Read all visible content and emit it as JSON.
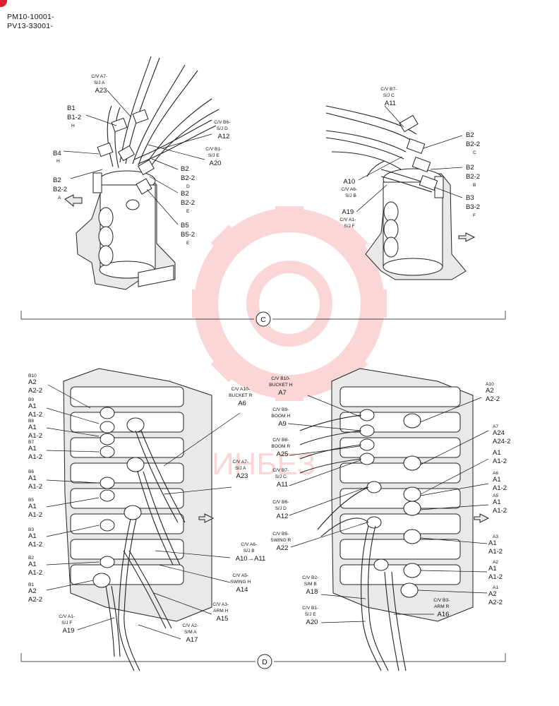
{
  "header": {
    "model_line_1": "PM10-10001-",
    "model_line_2": "PV13-33001-"
  },
  "watermark": {
    "color": "#f04a4a",
    "text": "ИНБЕЗ"
  },
  "views": {
    "c": {
      "marker": "C",
      "labels": [
        {
          "id": "c-a23",
          "lines": [
            "C/V A7-",
            "S/J A",
            "A23"
          ]
        },
        {
          "id": "c-b1",
          "lines": [
            "B1",
            "B1-2",
            "H"
          ]
        },
        {
          "id": "c-a12",
          "lines": [
            "C/V B6-",
            "S/J D",
            "A12"
          ]
        },
        {
          "id": "c-a20",
          "lines": [
            "C/V B1-",
            "S/J E",
            "A20"
          ]
        },
        {
          "id": "c-b4",
          "lines": [
            "B4",
            "H"
          ]
        },
        {
          "id": "c-b2-d",
          "lines": [
            "B2",
            "B2-2",
            "D"
          ]
        },
        {
          "id": "c-b2-a",
          "lines": [
            "B2",
            "B2-2",
            "A"
          ]
        },
        {
          "id": "c-b2-e",
          "lines": [
            "B2",
            "B2-2",
            "E"
          ]
        },
        {
          "id": "c-b5",
          "lines": [
            "B5",
            "B5-2",
            "E"
          ]
        },
        {
          "id": "c-a11",
          "lines": [
            "C/V B7-",
            "S/J C",
            "A11"
          ]
        },
        {
          "id": "c-b2-c",
          "lines": [
            "B2",
            "B2-2",
            "C"
          ]
        },
        {
          "id": "c-b2-b",
          "lines": [
            "B2",
            "B2-2",
            "B"
          ]
        },
        {
          "id": "c-a10",
          "lines": [
            "A10",
            "C/V A6-",
            "S/J B"
          ]
        },
        {
          "id": "c-b3",
          "lines": [
            "B3",
            "B3-2",
            "F"
          ]
        },
        {
          "id": "c-a19",
          "lines": [
            "A19",
            "C/V A1-",
            "S/J F"
          ]
        }
      ]
    },
    "d": {
      "marker": "D",
      "labels": [
        {
          "id": "d-b10",
          "lines": [
            "B10",
            "A2",
            "A2-2"
          ]
        },
        {
          "id": "d-b9",
          "lines": [
            "B9",
            "A1",
            "A1-2"
          ]
        },
        {
          "id": "d-b8",
          "lines": [
            "B8",
            "A1",
            "A1-2"
          ]
        },
        {
          "id": "d-b7",
          "lines": [
            "B7",
            "A1",
            "A1-2"
          ]
        },
        {
          "id": "d-b6",
          "lines": [
            "B6",
            "A1",
            "A1-2"
          ]
        },
        {
          "id": "d-b5",
          "lines": [
            "B5",
            "A1",
            "A1-2"
          ]
        },
        {
          "id": "d-b3",
          "lines": [
            "B3",
            "A1",
            "A1-2"
          ]
        },
        {
          "id": "d-b2",
          "lines": [
            "B2",
            "A1",
            "A1-2"
          ]
        },
        {
          "id": "d-b1",
          "lines": [
            "B1",
            "A2",
            "A2-2"
          ]
        },
        {
          "id": "d-a6",
          "lines": [
            "C/V A10-",
            "BUCKET R",
            "A6"
          ]
        },
        {
          "id": "d-a23",
          "lines": [
            "C/V A7-",
            "S/J A",
            "A23"
          ]
        },
        {
          "id": "d-a10",
          "lines": [
            "C/V A6-",
            "S/J B",
            "A10→A11"
          ]
        },
        {
          "id": "d-a14",
          "lines": [
            "C/V A5-",
            "SWING H",
            "A14"
          ]
        },
        {
          "id": "d-a15",
          "lines": [
            "C/V A3-",
            "ARM H",
            "A15"
          ]
        },
        {
          "id": "d-a19",
          "lines": [
            "C/V A1-",
            "S/J F",
            "A19"
          ]
        },
        {
          "id": "d-a17",
          "lines": [
            "C/V A2-",
            "S/M A",
            "A17"
          ]
        },
        {
          "id": "d-a7",
          "lines": [
            "C/V B10-",
            "BUCKET H",
            "A7"
          ]
        },
        {
          "id": "d-a9",
          "lines": [
            "C/V B9-",
            "BOOM H",
            "A9"
          ]
        },
        {
          "id": "d-a25",
          "lines": [
            "C/V B8-",
            "BOOM R",
            "A25"
          ]
        },
        {
          "id": "d-a11",
          "lines": [
            "C/V B7-",
            "S/J C",
            "A11"
          ]
        },
        {
          "id": "d-a12",
          "lines": [
            "C/V B6-",
            "S/J D",
            "A12"
          ]
        },
        {
          "id": "d-a22",
          "lines": [
            "C/V B5-",
            "SWING R",
            "A22"
          ]
        },
        {
          "id": "d-a18",
          "lines": [
            "C/V B2-",
            "S/M B",
            "A18"
          ]
        },
        {
          "id": "d-a20",
          "lines": [
            "C/V B1-",
            "S/J E",
            "A20"
          ]
        },
        {
          "id": "d-a16",
          "lines": [
            "C/V B3-",
            "ARM R",
            "A16"
          ]
        },
        {
          "id": "d-r-a10",
          "lines": [
            "A10",
            "A2",
            "A2-2"
          ]
        },
        {
          "id": "d-r-a7",
          "lines": [
            "A7",
            "A24",
            "A24-2"
          ]
        },
        {
          "id": "d-r-a1a",
          "lines": [
            "A1",
            "A1-2"
          ]
        },
        {
          "id": "d-r-a6",
          "lines": [
            "A6",
            "A1",
            "A1-2"
          ]
        },
        {
          "id": "d-r-a5",
          "lines": [
            "A5",
            "A1",
            "A1-2"
          ]
        },
        {
          "id": "d-r-a3",
          "lines": [
            "A3",
            "A1",
            "A1-2"
          ]
        },
        {
          "id": "d-r-a2",
          "lines": [
            "A2",
            "A1",
            "A1-2"
          ]
        },
        {
          "id": "d-r-a1",
          "lines": [
            "A1",
            "A2",
            "A2-2"
          ]
        }
      ]
    }
  }
}
